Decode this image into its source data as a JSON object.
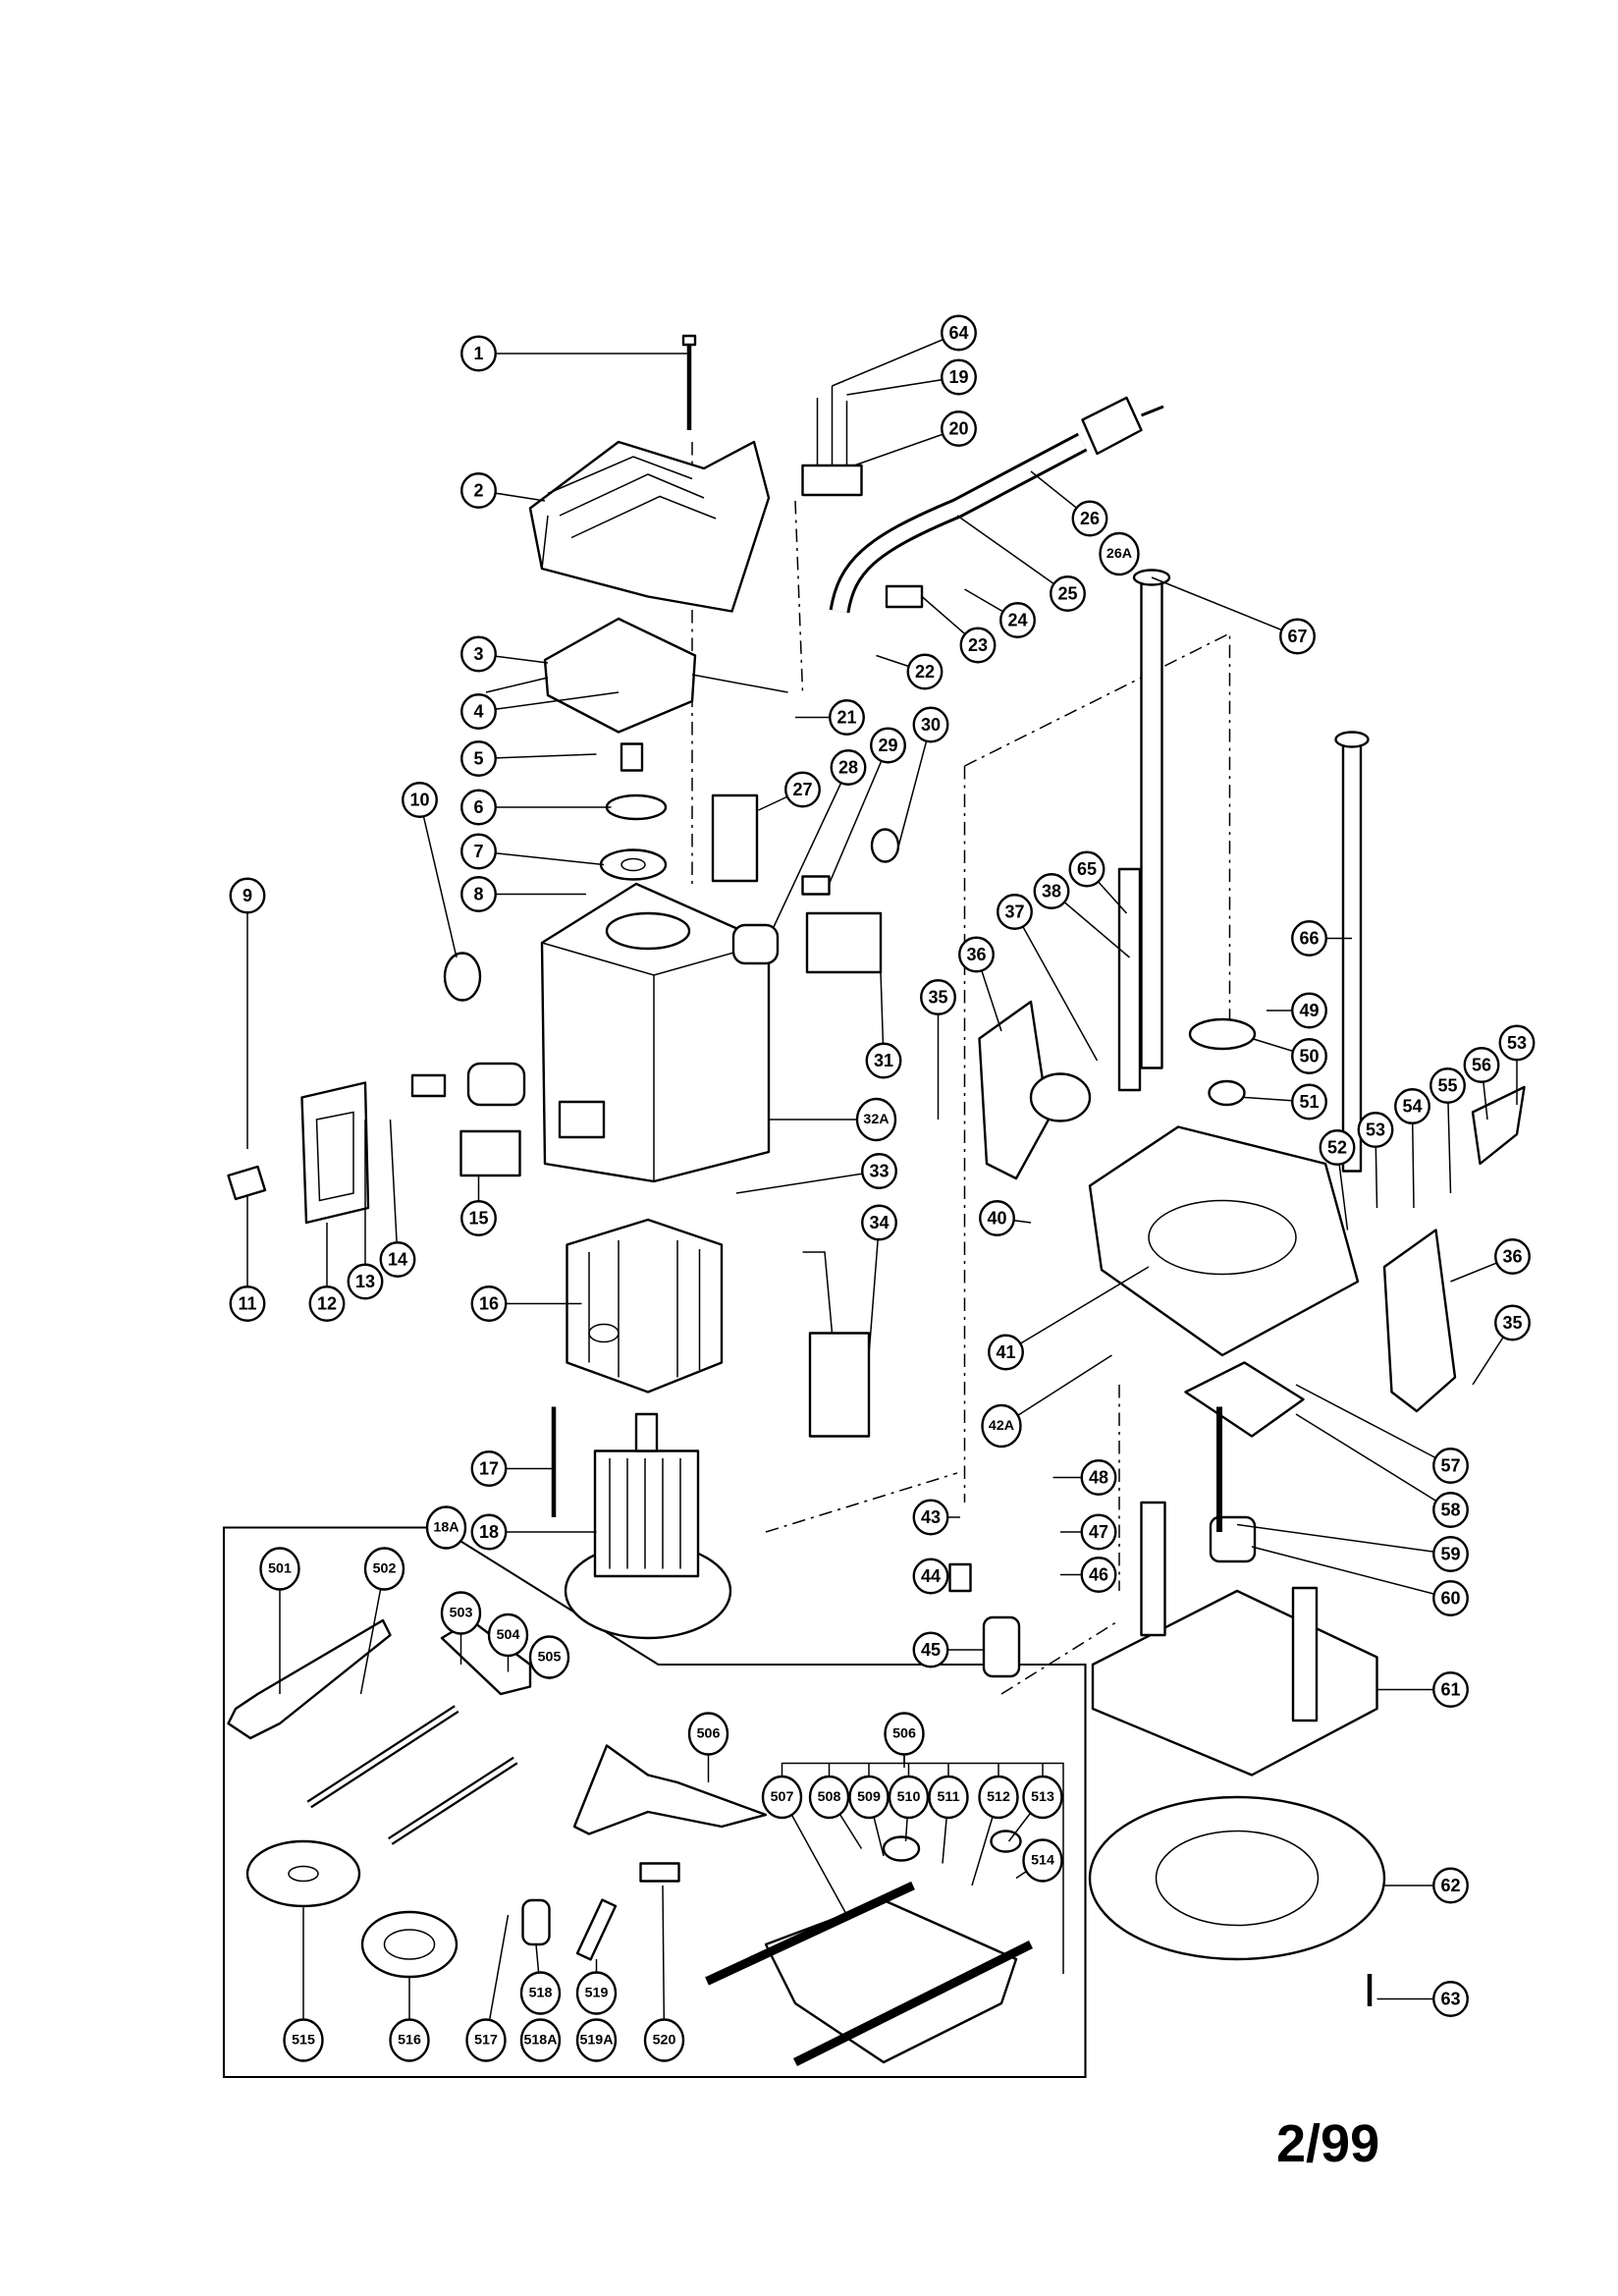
{
  "diagram": {
    "type": "exploded parts diagram",
    "callouts": [
      "1",
      "2",
      "3",
      "4",
      "5",
      "6",
      "7",
      "8",
      "9",
      "10",
      "11",
      "12",
      "13",
      "14",
      "15",
      "16",
      "17",
      "18A",
      "18",
      "19",
      "20",
      "21",
      "22",
      "23",
      "24",
      "25",
      "26",
      "26A",
      "27",
      "28",
      "29",
      "30",
      "31",
      "32A",
      "33",
      "34",
      "35",
      "36",
      "37",
      "38",
      "40",
      "41",
      "42A",
      "43",
      "44",
      "45",
      "46",
      "47",
      "48",
      "49",
      "50",
      "51",
      "52",
      "53",
      "53",
      "54",
      "55",
      "56",
      "57",
      "58",
      "59",
      "60",
      "61",
      "62",
      "63",
      "64",
      "65",
      "66",
      "67",
      "36",
      "35",
      "501",
      "502",
      "503",
      "504",
      "505",
      "506",
      "506",
      "507",
      "508",
      "509",
      "510",
      "511",
      "512",
      "513",
      "514",
      "515",
      "516",
      "517",
      "518",
      "518A",
      "519",
      "519A",
      "520"
    ]
  },
  "page_number": "2/99"
}
